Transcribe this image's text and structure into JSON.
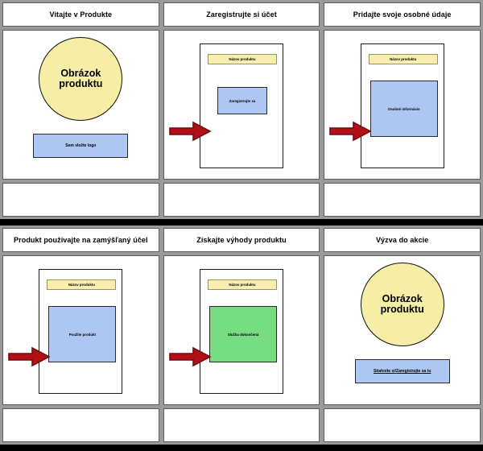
{
  "document": {
    "type": "storyboard",
    "rows": 2,
    "columns": 3,
    "panel_count": 6,
    "language": "sk"
  },
  "colors": {
    "circle_fill": "#f7eea6",
    "title_bar_fill": "#f7eeb0",
    "content_box_blue": "#aec6f2",
    "content_box_green": "#77dd82",
    "arrow_red": "#b11116",
    "arrow_outline": "#6e0c10",
    "grid_gray": "#9a9a9a",
    "band_black": "#000000",
    "cell_border": "#5d5d5d"
  },
  "panels": [
    {
      "id": "panel-1",
      "header": "Vitajte v Produkte",
      "scene": "circle-logo",
      "circle_label": "Obrázok produktu",
      "logo_label": "Sem vložte logo",
      "logo_is_link": false,
      "has_arrow": false,
      "footer": ""
    },
    {
      "id": "panel-2",
      "header": "Zaregistrujte si účet",
      "scene": "device-small-box",
      "title_bar_label": "Názov produktu",
      "content_label": "Zaregistrujte sa",
      "content_color": "blue",
      "has_arrow": true,
      "footer": ""
    },
    {
      "id": "panel-3",
      "header": "Pridajte svoje osobné údaje",
      "scene": "device-large-box",
      "title_bar_label": "Názov produktu",
      "content_label": "Osobné informácie",
      "content_color": "blue",
      "has_arrow": true,
      "footer": ""
    },
    {
      "id": "panel-4",
      "header": "Produkt používajte na zamýšľaný účel",
      "scene": "device-large-box",
      "title_bar_label": "Názov produktu",
      "content_label": "Použite produkt",
      "content_color": "blue",
      "has_arrow": true,
      "footer": ""
    },
    {
      "id": "panel-5",
      "header": "Získajte výhody produktu",
      "scene": "device-large-box",
      "title_bar_label": "Názov produktu",
      "content_label": "Služba dokončená",
      "content_color": "green",
      "has_arrow": true,
      "footer": ""
    },
    {
      "id": "panel-6",
      "header": "Výzva do akcie",
      "scene": "circle-logo",
      "circle_label": "Obrázok produktu",
      "logo_label": "Stiahnite si/Zaregistrujte sa tu",
      "logo_is_link": true,
      "has_arrow": false,
      "footer": ""
    }
  ],
  "icons": {
    "arrow": "right-arrow-icon"
  }
}
